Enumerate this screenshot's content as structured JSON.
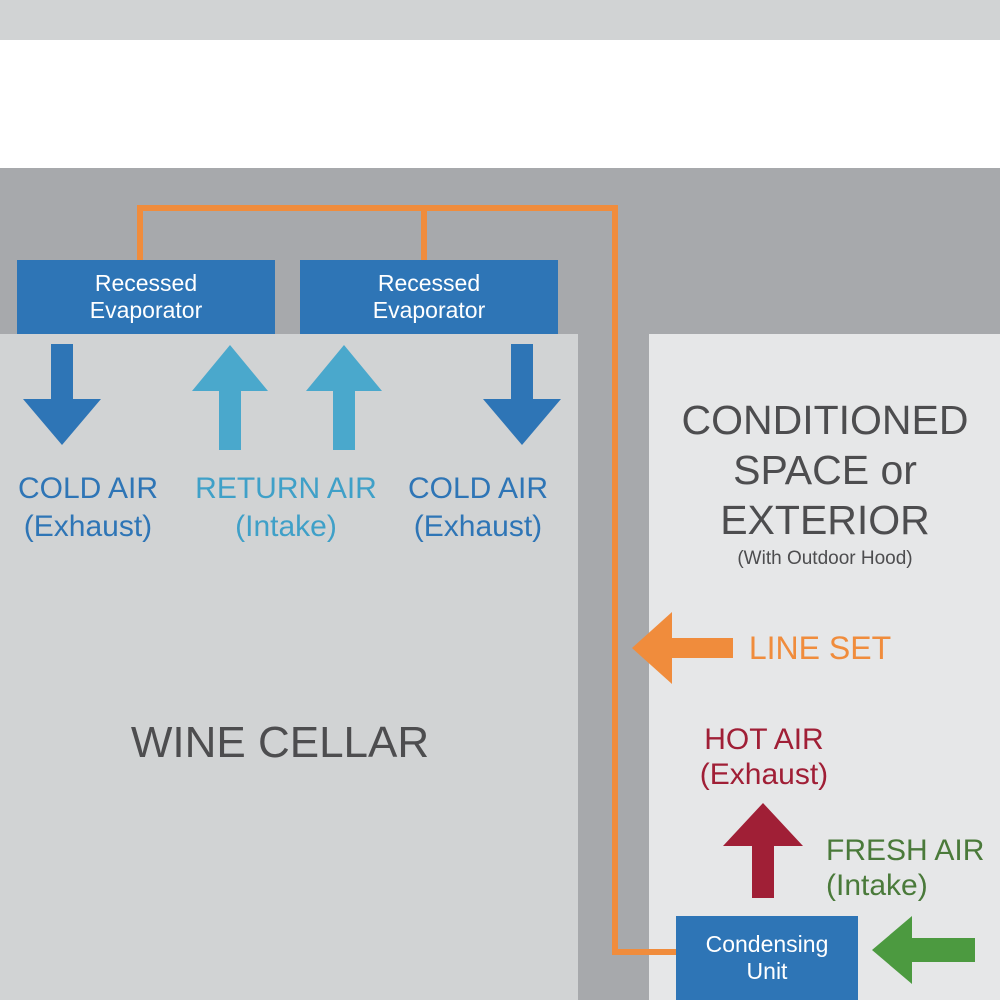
{
  "evaporators": [
    {
      "line1": "Recessed",
      "line2": "Evaporator"
    },
    {
      "line1": "Recessed",
      "line2": "Evaporator"
    }
  ],
  "airflow_labels": [
    {
      "line1": "COLD AIR",
      "line2": "(Exhaust)"
    },
    {
      "line1": "RETURN AIR",
      "line2": "(Intake)"
    },
    {
      "line1": "COLD AIR",
      "line2": "(Exhaust)"
    }
  ],
  "wine_cellar": "WINE CELLAR",
  "conditioned": {
    "line1": "CONDITIONED",
    "line2": "SPACE or",
    "line3": "EXTERIOR",
    "note": "(With Outdoor Hood)"
  },
  "line_set": "LINE SET",
  "hot_air": {
    "line1": "HOT AIR",
    "line2": "(Exhaust)"
  },
  "fresh_air": {
    "line1": "FRESH AIR",
    "line2": "(Intake)"
  },
  "condensing_unit": {
    "line1": "Condensing",
    "line2": "Unit"
  },
  "colors": {
    "cold_air": "#2e75b6",
    "return_air": "#4aa8cc",
    "line_set": "#f08c3c",
    "hot_air": "#a01f36",
    "fresh_air": "#4c9a40"
  }
}
